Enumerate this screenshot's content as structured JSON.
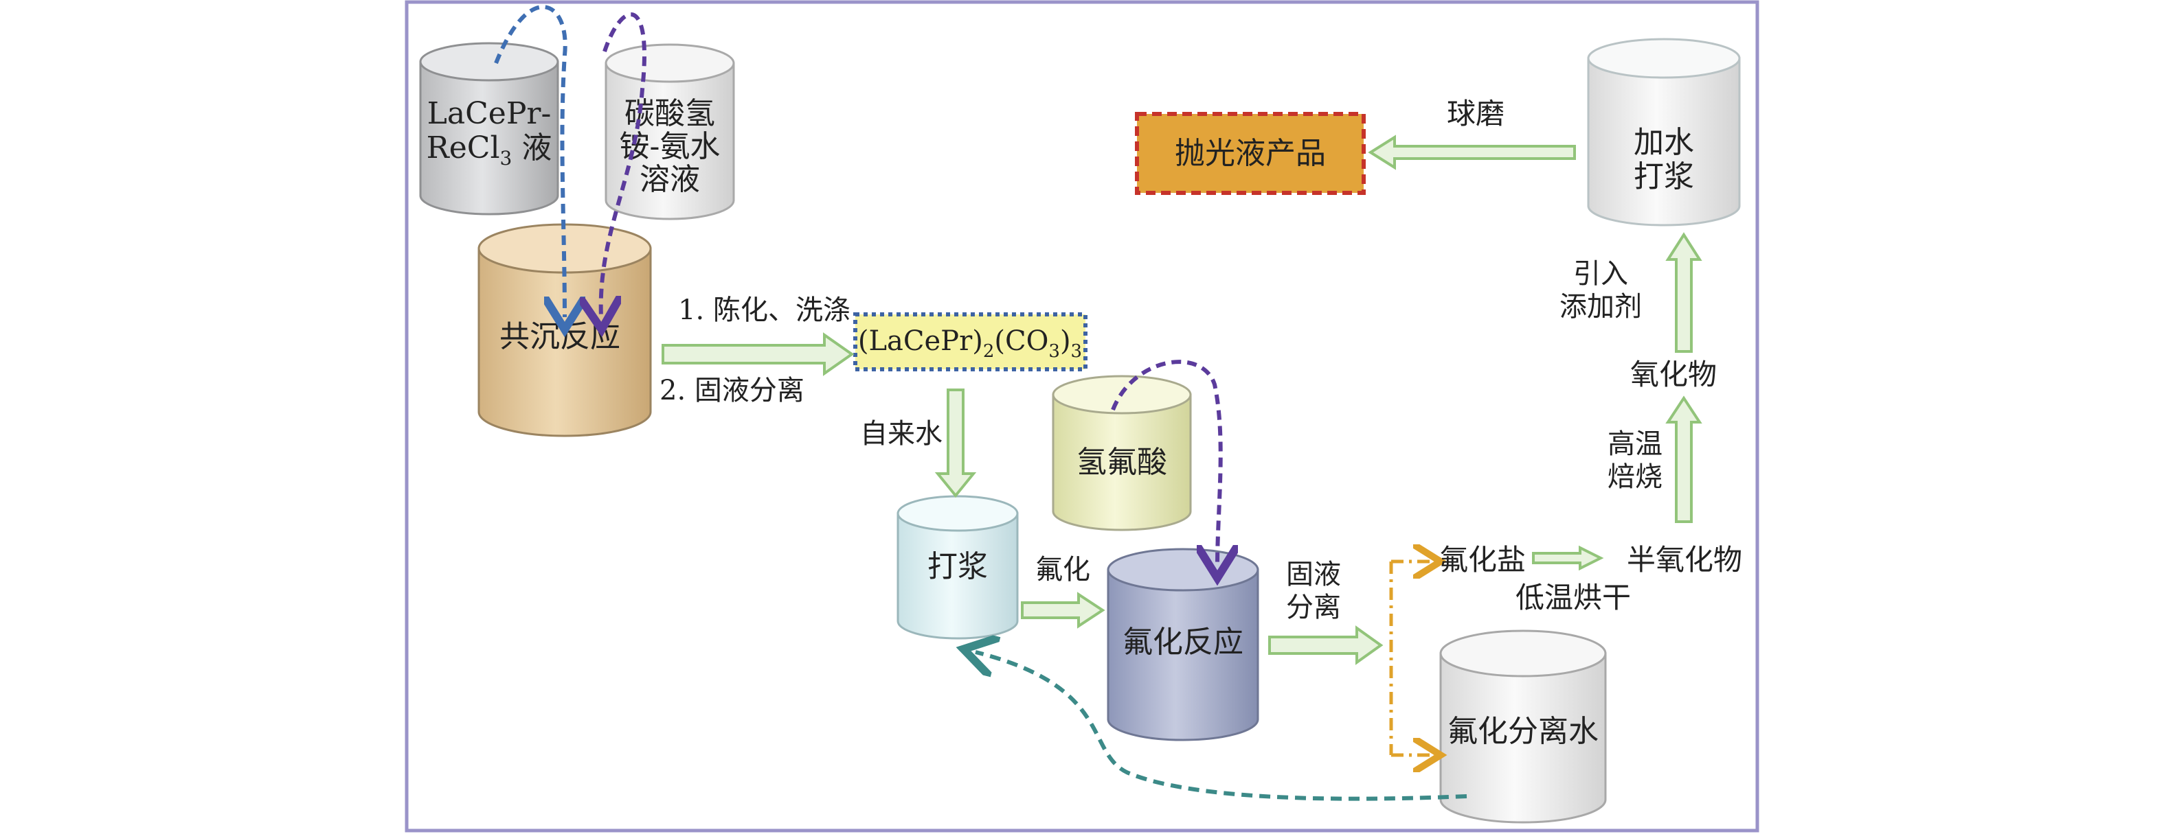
{
  "labels": {
    "lacepr_line1": "LaCePr-",
    "lacepr_line2_main": "ReCl",
    "lacepr_line2_sub": "3",
    "lacepr_line2_tail": " 液",
    "bicarb_line1": "碳酸氢",
    "bicarb_line2": "铵-氨水",
    "bicarb_line3": "溶液",
    "coprecip": "共沉反应",
    "step1": "1. 陈化、洗涤",
    "step2": "2. 固液分离",
    "carbonate_a": "(LaCePr)",
    "carbonate_sub1": "2",
    "carbonate_b": "(CO",
    "carbonate_sub2": "3",
    "carbonate_c": ")",
    "carbonate_sub3": "3",
    "tapwater": "自来水",
    "hf": "氢氟酸",
    "slurry": "打浆",
    "fluorination": "氟化",
    "fluor_reaction": "氟化反应",
    "sl_sep_1": "固液",
    "sl_sep_2": "分离",
    "fluoride_salt": "氟化盐",
    "low_temp_dry": "低温烘干",
    "semi_oxide": "半氧化物",
    "sep_water": "氟化分离水",
    "high_temp_1": "高温",
    "high_temp_2": "焙烧",
    "oxide": "氧化物",
    "additive_1": "引入",
    "additive_2": "添加剂",
    "add_water_1": "加水",
    "add_water_2": "打浆",
    "ball_mill": "球磨",
    "product": "抛光液产品"
  },
  "colors": {
    "frame": "#9a93c9",
    "green_arrow_fill": "#e8f3de",
    "green_arrow_stroke": "#92c47a",
    "carbonate_box_fill": "#f6f3a2",
    "carbonate_box_border": "#3d63a3",
    "product_fill": "#e2a43a",
    "product_border": "#c6332a",
    "blue_dash": "#3f6fb3",
    "purple_dash": "#5b3b9c",
    "teal_dash": "#3c8a88",
    "orange_dash": "#e0a22a",
    "tank_gray": "#cfd0d2",
    "tank_light": "#eeeeee",
    "tank_tan": "#dfc59a",
    "tank_yellow": "#eaedbd",
    "tank_lightblue": "#dceff1",
    "tank_slate": "#a3abc8",
    "tank_white": "#ededed"
  }
}
